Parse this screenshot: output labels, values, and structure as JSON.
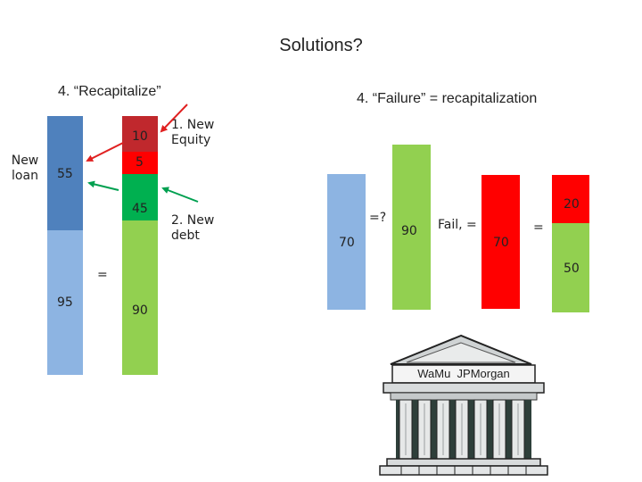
{
  "title": "Solutions?",
  "left_panel": {
    "heading": "4. “Recapitalize”",
    "new_loan_label": "New\nloan",
    "bar_left_top_value": "55",
    "bar_left_bottom_value": "95",
    "bar_right_equity_top_value": "10",
    "bar_right_equity_bottom_value": "5",
    "bar_right_debt_value": "45",
    "bar_right_base_value": "90",
    "equals_sign": "=",
    "annotation_new_equity": "1. New\nEquity",
    "annotation_new_debt": "2. New\ndebt"
  },
  "right_panel": {
    "heading": "4. “Failure” = recapitalization",
    "bar_assets_value": "70",
    "question_label": "=?",
    "bar_green_value": "90",
    "fail_label": "Fail, =",
    "bar_red_value": "70",
    "equals_sign": "=",
    "bar_final_top_value": "20",
    "bar_final_bottom_value": "50"
  },
  "bank": {
    "sign_text": "WaMu  JPMorgan"
  },
  "colors": {
    "dark_blue": "#4f81bd",
    "light_blue": "#8db4e2",
    "dark_red": "#c0282d",
    "red": "#ff0000",
    "dark_green": "#00b050",
    "light_green": "#92d050",
    "arrow_red": "#e02020",
    "arrow_green": "#00a050"
  }
}
